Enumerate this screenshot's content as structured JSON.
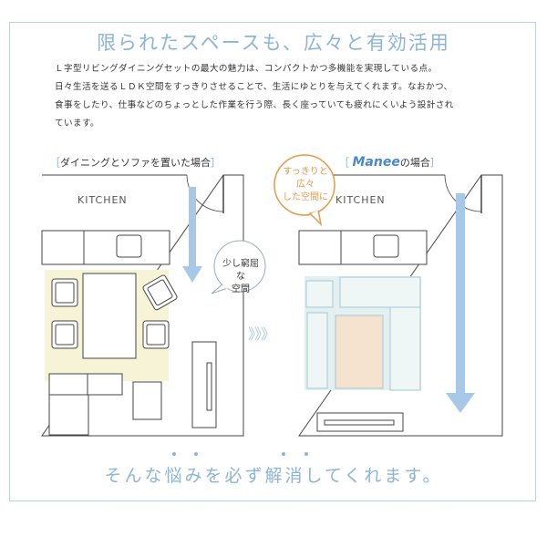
{
  "title": "限られたスペースも、広々と有効活用",
  "intro": [
    "Ｌ字型リビングダイニングセットの最大の魅力は、コンパクトかつ多機能を実現している点。",
    "日々生活を送るＬＤＫ空間をすっきりさせることで、生活にゆとりを与えてくれます。なおかつ、",
    "食事をしたり、仕事などのちょっとした作業を行う際、長く座っていても疲れにくいよう設計され",
    "ています。"
  ],
  "left_label": "ダイニングとソファを置いた場合",
  "right_label_brand": "Manee",
  "right_label_suffix": "の場合",
  "kitchen": "KITCHEN",
  "bubble_orange": [
    "すっきりと広々",
    "した空間に"
  ],
  "bubble_grey": [
    "少し窮屈な",
    "空間"
  ],
  "chevrons": "》》》",
  "bottom_text": "そんな悩みを必ず解消してくれます。",
  "colors": {
    "accent_blue": "#8cb4d6",
    "arrow_blue": "#a8c8e8",
    "orange": "#e39a4c",
    "cream": "#f7f3d6",
    "peach": "#f5e2cf",
    "mint": "#e4f0ef"
  }
}
